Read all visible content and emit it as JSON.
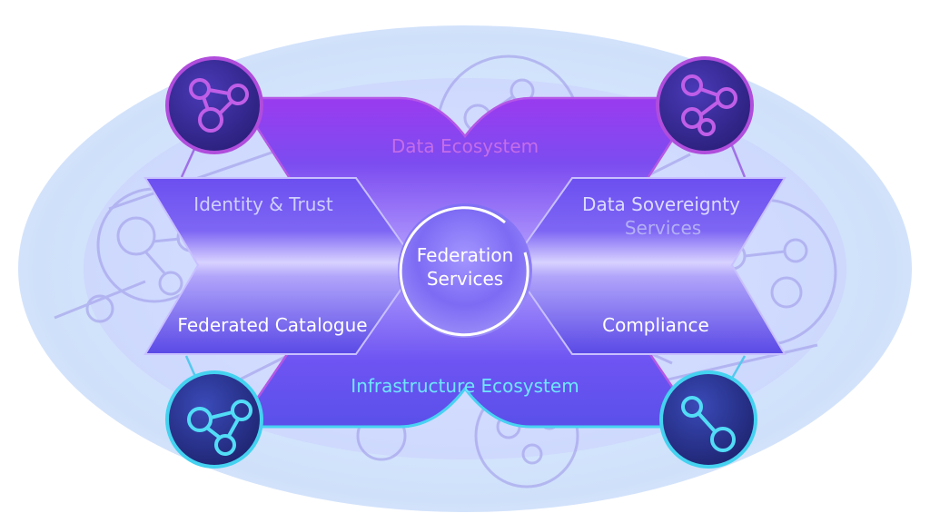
{
  "diagram": {
    "top_band": {
      "label": "Data Ecosystem"
    },
    "bottom_band": {
      "label": "Infrastructure Ecosystem"
    },
    "left_top": {
      "label": "Identity & Trust"
    },
    "left_bottom": {
      "label": "Federated Catalogue"
    },
    "right_top": {
      "label_line1": "Data Sovereignty",
      "label_line2": "Services"
    },
    "right_bottom": {
      "label": "Compliance"
    },
    "center": {
      "label_line1": "Federation",
      "label_line2": "Services"
    }
  },
  "icons": {
    "top_left": "network-nodes-icon",
    "top_right": "network-nodes-icon",
    "bottom_left": "network-nodes-icon",
    "bottom_right": "network-nodes-icon"
  },
  "colors": {
    "top_band_text": "#c46de8",
    "bottom_band_text": "#6ee6ff",
    "magenta_accent": "#b04ddc",
    "cyan_accent": "#44d2f0",
    "white_text": "#ffffff",
    "light_text": "#cfd0ff"
  }
}
